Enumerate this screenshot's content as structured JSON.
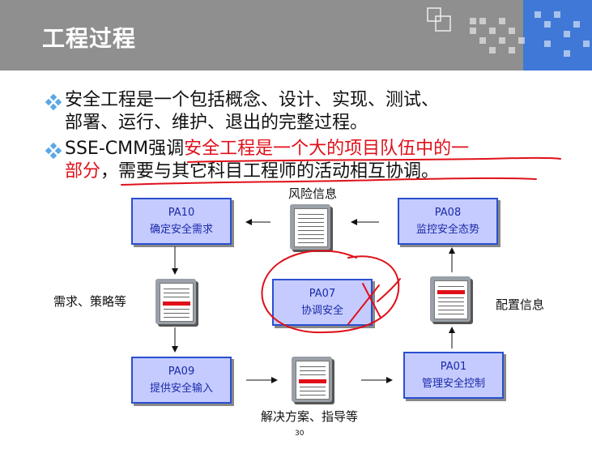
{
  "slide": {
    "title": "工程过程",
    "page_number": "30"
  },
  "bullets": [
    {
      "line1": "安全工程是一个包括概念、设计、实现、测试、",
      "line2": "部署、运行、维护、退出的完整过程。"
    },
    {
      "line1_black": "SSE-CMM强调",
      "line1_red": "安全工程是一个大的项目队伍中的一",
      "line2_red": "部分",
      "line2_black": "，需要与其它科目工程师的活动相互协调。"
    }
  ],
  "diagram": {
    "boxes": {
      "pa10": {
        "code": "PA10",
        "desc": "确定安全需求"
      },
      "pa08": {
        "code": "PA08",
        "desc": "监控安全态势"
      },
      "pa07": {
        "code": "PA07",
        "desc": "协调安全"
      },
      "pa09": {
        "code": "PA09",
        "desc": "提供安全输入"
      },
      "pa01": {
        "code": "PA01",
        "desc": "管理安全控制"
      }
    },
    "labels": {
      "risk": "风险信息",
      "requirements": "需求、策略等",
      "config": "配置信息",
      "solutions": "解决方案、指导等"
    }
  },
  "colors": {
    "title_bar": "#8f8f8f",
    "accent_blue": "#3f78d6",
    "box_fill": "#c5cbff",
    "box_border": "#2a4fd0",
    "highlight_red": "#e0101a"
  }
}
